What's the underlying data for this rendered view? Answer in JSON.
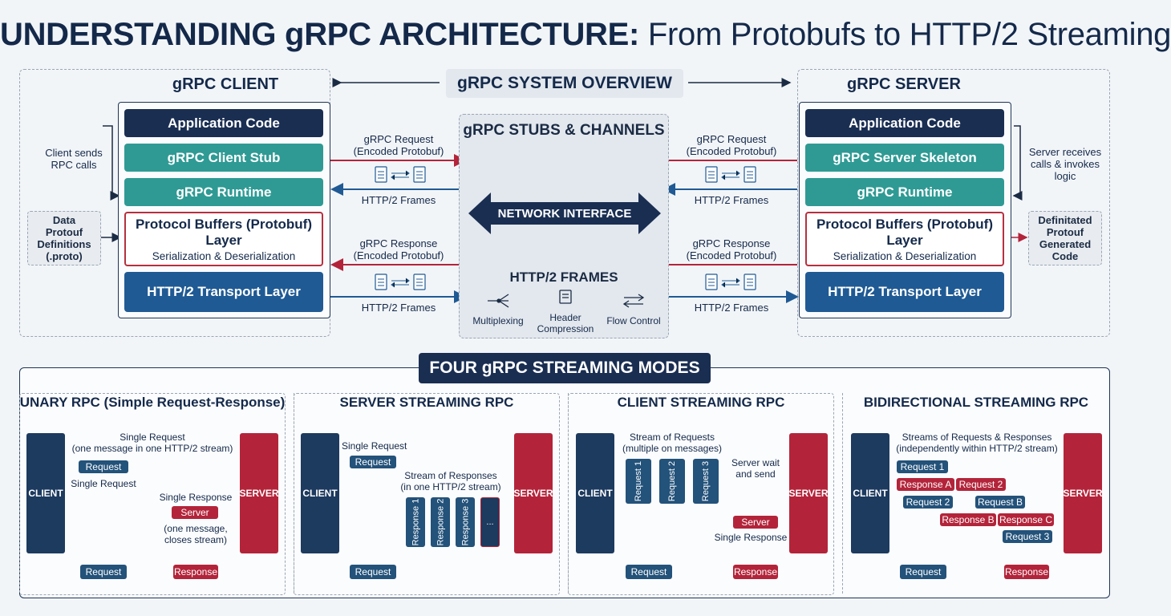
{
  "title": {
    "bold": "UNDERSTANDING gRPC ARCHITECTURE:",
    "rest": " From Protobufs to HTTP/2 Streaming"
  },
  "overview_label": "gRPC SYSTEM OVERVIEW",
  "client": {
    "heading": "gRPC CLIENT",
    "layers": {
      "app": "Application Code",
      "stub": "gRPC Client Stub",
      "runtime": "gRPC Runtime",
      "proto_title": "Protocol Buffers (Protobuf) Layer",
      "proto_sub": "Serialization & Deserialization",
      "transport": "HTTP/2 Transport Layer"
    },
    "note": "Client sends\nRPC calls",
    "defs": "Data\nProtouf\nDefinitions\n(.proto)"
  },
  "server": {
    "heading": "gRPC SERVER",
    "layers": {
      "app": "Application Code",
      "stub": "gRPC Server Skeleton",
      "runtime": "gRPC Runtime",
      "proto_title": "Protocol Buffers (Protobuf) Layer",
      "proto_sub": "Serialization & Deserialization",
      "transport": "HTTP/2 Transport Layer"
    },
    "note": "Server receives\ncalls & invokes\nlogic",
    "defs": "Definitated\nProtouf\nGenerated\nCode"
  },
  "flows": {
    "request": "gRPC Request\n(Encoded Protobuf)",
    "response": "gRPC Response\n(Encoded Protobuf)",
    "frames": "HTTP/2 Frames"
  },
  "center": {
    "heading": "gRPC STUBS & CHANNELS",
    "network": "NETWORK INTERFACE",
    "frames_heading": "HTTP/2 FRAMES",
    "features": [
      "Multiplexing",
      "Header\nCompression",
      "Flow Control"
    ]
  },
  "modes_heading": "FOUR gRPC STREAMING MODES",
  "common": {
    "client": "CLIENT",
    "server": "SERVER",
    "request": "Request",
    "response": "Response"
  },
  "modes": {
    "unary": {
      "title": "UNARY RPC (Simple Request-Response)",
      "top": "Single Request\n(one message in one HTTP/2 stream)",
      "req_tag": "Request",
      "below_req": "Single Request",
      "resp_lbl": "Single Response",
      "resp_tag": "Server",
      "resp_note": "(one message,\ncloses stream)"
    },
    "server_stream": {
      "title": "SERVER STREAMING RPC",
      "top": "Single Request",
      "req_tag": "Request",
      "stream_lbl": "Stream of Responses\n(in one HTTP/2 stream)",
      "items": [
        "Response 1",
        "Response 2",
        "Response 3",
        "..."
      ]
    },
    "client_stream": {
      "title": "CLIENT STREAMING RPC",
      "top": "Stream of Requests\n(multiple on messages)",
      "items": [
        "Request 1",
        "Request 2",
        "Request 3"
      ],
      "wait": "Server wait\nand send",
      "resp_tag": "Server",
      "resp_lbl": "Single Response"
    },
    "bidi": {
      "title": "BIDIRECTIONAL STREAMING RPC",
      "top": "Streams of Requests & Responses\n(independently within  HTTP/2 stream)",
      "rows": [
        "Request 1",
        "Response A",
        "Request 2",
        "Request 2",
        "Request B",
        "Response B",
        "Response C",
        "Request 3"
      ]
    }
  }
}
